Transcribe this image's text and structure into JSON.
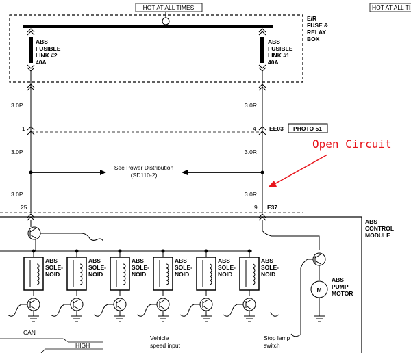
{
  "header": {
    "hot_label": "HOT AT ALL TIMES",
    "hot_label_right": "HOT AT ALL TIMES"
  },
  "fuse_box": {
    "title_lines": [
      "E/R",
      "FUSE &",
      "RELAY",
      "BOX"
    ],
    "link2_lines": [
      "ABS",
      "FUSIBLE",
      "LINK #2",
      "40A"
    ],
    "link1_lines": [
      "ABS",
      "FUSIBLE",
      "LINK #1",
      "40A"
    ]
  },
  "wires": {
    "left_1": "3.0P",
    "right_1": "3.0R",
    "left_2": "3.0P",
    "right_2": "3.0R",
    "left_3": "3.0P",
    "right_3": "3.0R"
  },
  "connector_ee03": {
    "left_pin": "1",
    "right_pin": "4",
    "name": "EE03",
    "photo": "PHOTO 51"
  },
  "power_distribution": {
    "line1": "See Power Distribution",
    "line2": "(SD110-2)"
  },
  "annotation": {
    "text": "Open Circuit",
    "color": "#e8141b"
  },
  "connector_e37": {
    "left_pin": "25",
    "right_pin": "9",
    "name": "E37"
  },
  "module": {
    "title_lines": [
      "ABS",
      "CONTROL",
      "MODULE"
    ],
    "solenoid_lines": [
      "ABS",
      "SOLE-",
      "NOID"
    ],
    "pump_lines": [
      "ABS",
      "PUMP",
      "MOTOR"
    ],
    "motor_symbol": "M"
  },
  "bottom_labels": {
    "can": "CAN",
    "high": "HIGH",
    "vehicle_speed": [
      "Vehicle",
      "speed input"
    ],
    "stop_lamp": [
      "Stop lamp",
      "switch"
    ]
  }
}
